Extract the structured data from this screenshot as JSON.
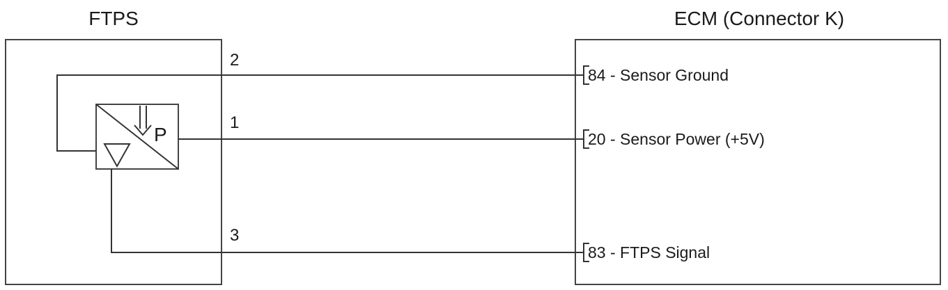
{
  "left_component": {
    "title": "FTPS",
    "sensor_symbol_letter": "P"
  },
  "right_component": {
    "title": "ECM (Connector K)"
  },
  "wires": [
    {
      "pin": "2",
      "terminal_label": "84 - Sensor Ground"
    },
    {
      "pin": "1",
      "terminal_label": "20 - Sensor Power (+5V)"
    },
    {
      "pin": "3",
      "terminal_label": "83 - FTPS Signal"
    }
  ],
  "colors": {
    "line": "#333333",
    "text": "#1a1a1a",
    "background": "#ffffff"
  }
}
